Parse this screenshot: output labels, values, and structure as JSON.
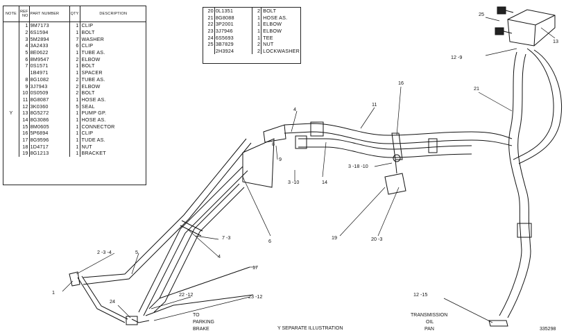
{
  "table_left": {
    "headers": {
      "note": "NOTE",
      "ref": "REF NO",
      "part": "PART NUMBER",
      "qty": "QTY",
      "desc": "DESCRIPTION"
    },
    "rows": [
      {
        "note": "",
        "ref": "1",
        "part": "9M7173",
        "qty": "1",
        "desc": "CLIP"
      },
      {
        "note": "",
        "ref": "2",
        "part": "6S1594",
        "qty": "1",
        "desc": "BOLT"
      },
      {
        "note": "",
        "ref": "3",
        "part": "5M2894",
        "qty": "7",
        "desc": "WASHER"
      },
      {
        "note": "",
        "ref": "4",
        "part": "3A2433",
        "qty": "6",
        "desc": "CLIP"
      },
      {
        "note": "",
        "ref": "5",
        "part": "8E0622",
        "qty": "1",
        "desc": "TUBE AS."
      },
      {
        "note": "",
        "ref": "6",
        "part": "8M9547",
        "qty": "2",
        "desc": "ELBOW"
      },
      {
        "note": "",
        "ref": "7",
        "part": "0S1571",
        "qty": "1",
        "desc": "BOLT"
      },
      {
        "note": "",
        "ref": "",
        "part": "1B4971",
        "qty": "1",
        "desc": "SPACER"
      },
      {
        "note": "",
        "ref": "8",
        "part": "8G1082",
        "qty": "2",
        "desc": "TUBE AS."
      },
      {
        "note": "",
        "ref": "9",
        "part": "3J7943",
        "qty": "2",
        "desc": "ELBOW"
      },
      {
        "note": "",
        "ref": "10",
        "part": "0S0509",
        "qty": "2",
        "desc": "BOLT"
      },
      {
        "note": "",
        "ref": "11",
        "part": "8G8087",
        "qty": "1",
        "desc": "HOSE AS."
      },
      {
        "note": "",
        "ref": "12",
        "part": "3K0360",
        "qty": "5",
        "desc": "SEAL"
      },
      {
        "note": "Y",
        "ref": "13",
        "part": "8G5272",
        "qty": "1",
        "desc": "PUMP GP."
      },
      {
        "note": "",
        "ref": "14",
        "part": "8G3086",
        "qty": "1",
        "desc": "HOSE AS."
      },
      {
        "note": "",
        "ref": "15",
        "part": "8M0605",
        "qty": "1",
        "desc": "CONNECTOR"
      },
      {
        "note": "",
        "ref": "16",
        "part": "5P6894",
        "qty": "1",
        "desc": "CLIP"
      },
      {
        "note": "",
        "ref": "17",
        "part": "8G9596",
        "qty": "1",
        "desc": "TUDE AS."
      },
      {
        "note": "",
        "ref": "18",
        "part": "1D4717",
        "qty": "1",
        "desc": "NUT"
      },
      {
        "note": "",
        "ref": "19",
        "part": "8G1213",
        "qty": "1",
        "desc": "BRACKET"
      }
    ]
  },
  "table_right": {
    "rows": [
      {
        "ref": "20",
        "part": "0L1351",
        "qty": "2",
        "desc": "BOLT"
      },
      {
        "ref": "21",
        "part": "8G8088",
        "qty": "1",
        "desc": "HOSE AS."
      },
      {
        "ref": "22",
        "part": "3P2001",
        "qty": "1",
        "desc": "ELBOW"
      },
      {
        "ref": "23",
        "part": "3J7946",
        "qty": "1",
        "desc": "ELBOW"
      },
      {
        "ref": "24",
        "part": "6S5693",
        "qty": "1",
        "desc": "TEE"
      },
      {
        "ref": "25",
        "part": "3B7829",
        "qty": "2",
        "desc": "NUT"
      },
      {
        "ref": "",
        "part": "2H3924",
        "qty": "2",
        "desc": "LOCKWASHER"
      }
    ]
  },
  "callouts": [
    "25",
    "13",
    "12 -9",
    "21",
    "16",
    "11",
    "4",
    "9",
    "3 -10",
    "14",
    "3 -18 -10",
    "8",
    "6",
    "7 -3",
    "4",
    "19",
    "20 -3",
    "2 -3 -4",
    "5",
    "1",
    "17",
    "24",
    "22 -12",
    "23 -12",
    "12 -15"
  ],
  "annotations": {
    "parking_brake": [
      "TO",
      "PARKING",
      "BRAKE"
    ],
    "separate": "Y   SEPARATE ILLUSTRATION",
    "transmission": [
      "TRANSMISSION",
      "OIL",
      "PAN"
    ],
    "drawing_id": "335298"
  }
}
